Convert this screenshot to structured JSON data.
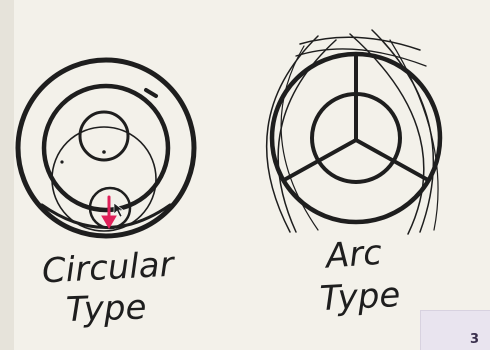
{
  "drawing": {
    "circular_label_line1": "Circular",
    "circular_label_line2": "Type",
    "arc_label_line1": "Arc",
    "arc_label_line2": "Type"
  },
  "page_badge": {
    "number": "3"
  },
  "colors": {
    "ink": "#1e1e1e",
    "arrow": "#e0215a",
    "paper": "#f4f2ec",
    "badge": "#e9e4ef"
  }
}
